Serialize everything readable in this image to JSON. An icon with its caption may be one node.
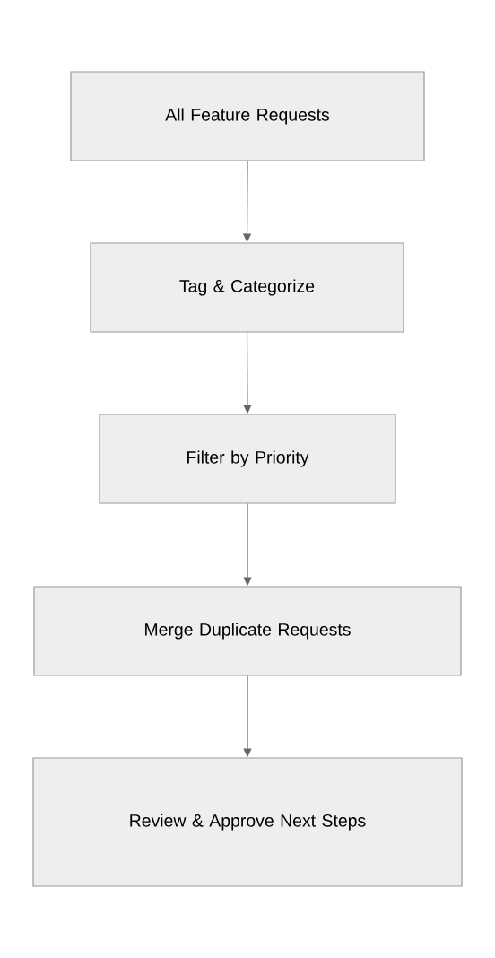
{
  "diagram": {
    "nodes": [
      {
        "text": [
          "All Feature Requests"
        ]
      },
      {
        "text": [
          "Tag & Categorize"
        ]
      },
      {
        "text": [
          "Filter by Priority"
        ]
      },
      {
        "text": [
          "Merge Duplicate Requests"
        ]
      },
      {
        "text": [
          "Review & Approve Next Steps"
        ]
      }
    ],
    "edges": [
      {
        "from": 0,
        "to": 1,
        "arrow": "to"
      },
      {
        "from": 1,
        "to": 2,
        "arrow": "to"
      },
      {
        "from": 2,
        "to": 3,
        "arrow": "to"
      },
      {
        "from": 3,
        "to": 4,
        "arrow": "to"
      }
    ]
  }
}
